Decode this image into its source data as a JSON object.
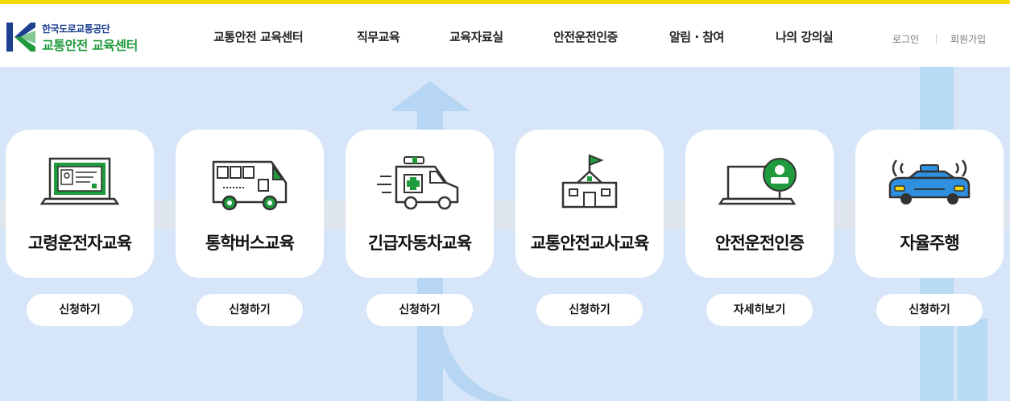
{
  "header": {
    "logo": {
      "org": "한국도로교통공단",
      "title": "교통안전 교육센터"
    },
    "nav": [
      "교통안전 교육센터",
      "직무교육",
      "교육자료실",
      "안전운전인증",
      "알림 · 참여",
      "나의 강의실"
    ],
    "util": {
      "login": "로그인",
      "signup": "회원가입"
    }
  },
  "cards": [
    {
      "title": "고령운전자교육",
      "button": "신청하기",
      "icon": "monitor-license-icon"
    },
    {
      "title": "통학버스교육",
      "button": "신청하기",
      "icon": "school-bus-icon"
    },
    {
      "title": "긴급자동차교육",
      "button": "신청하기",
      "icon": "ambulance-icon"
    },
    {
      "title": "교통안전교사교육",
      "button": "신청하기",
      "icon": "school-building-icon"
    },
    {
      "title": "안전운전인증",
      "button": "자세히보기",
      "icon": "laptop-user-icon"
    },
    {
      "title": "자율주행",
      "button": "신청하기",
      "icon": "autonomous-car-icon"
    }
  ],
  "colors": {
    "accent_green": "#1f9a3c",
    "brand_blue": "#1c3f8f",
    "topbar_yellow": "#f5d90a",
    "page_bg": "#d6e5f7",
    "icon_blue": "#2f8fe0"
  }
}
